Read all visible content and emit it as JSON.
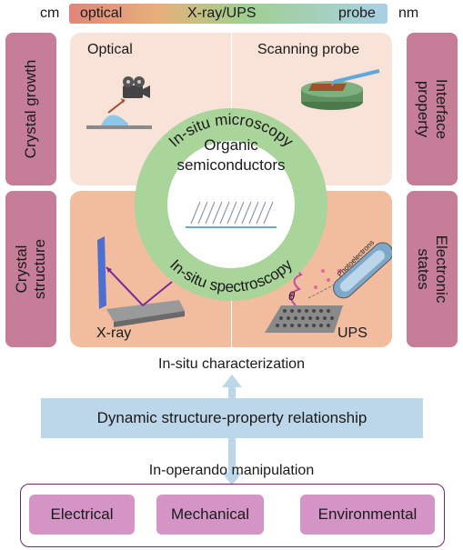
{
  "scale": {
    "left_unit": "cm",
    "label_optical": "optical",
    "label_xray": "X-ray/UPS",
    "label_probe": "probe",
    "right_unit": "nm"
  },
  "side": {
    "crystal_growth": "Crystal growth",
    "crystal_structure_1": "Crystal",
    "crystal_structure_2": "structure",
    "interface_1": "Interface",
    "interface_2": "property",
    "electronic_1": "Electronic",
    "electronic_2": "states"
  },
  "quadrants": {
    "optical": "Optical",
    "scanning_probe": "Scanning probe",
    "xray": "X-ray",
    "ups": "UPS"
  },
  "ring": {
    "top": "In-situ microscopy",
    "bottom": "In-situ spectroscopy",
    "center_1": "Organic",
    "center_2": "semiconductors"
  },
  "photoelectrons": "Photoelectrons",
  "theta": "θ",
  "flow": {
    "characterization": "In-situ characterization",
    "relationship": "Dynamic structure-property relationship",
    "manipulation": "In-operando manipulation"
  },
  "manipulations": [
    "Electrical",
    "Mechanical",
    "Environmental"
  ],
  "colors": {
    "side_box": "#c67e98",
    "panel_top": "#f9e2d7",
    "panel_bottom": "#f2bd9f",
    "ring": "#a9d49a",
    "flow_box": "#bcd6ea",
    "pill": "#d495c6"
  }
}
